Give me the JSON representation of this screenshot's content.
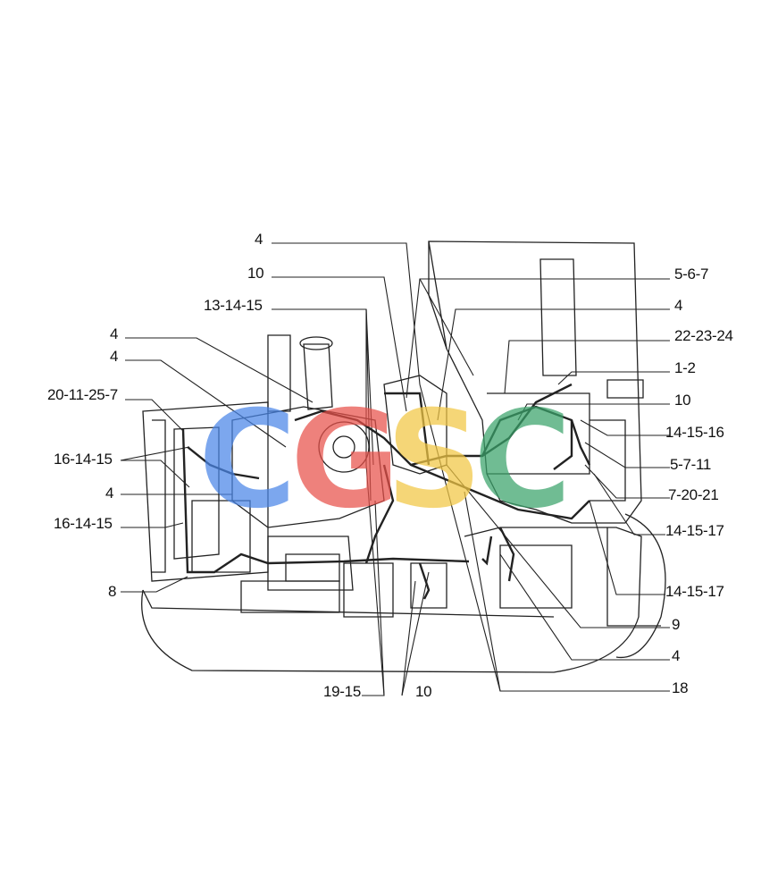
{
  "callouts": {
    "left": [
      {
        "id": "4-top",
        "text": "4"
      },
      {
        "id": "10-top",
        "text": "10"
      },
      {
        "id": "13-14-15",
        "text": "13-14-15"
      },
      {
        "id": "4-a",
        "text": "4"
      },
      {
        "id": "4-b",
        "text": "4"
      },
      {
        "id": "20-11-25-7",
        "text": "20-11-25-7"
      },
      {
        "id": "16-14-15-a",
        "text": "16-14-15"
      },
      {
        "id": "4-c",
        "text": "4"
      },
      {
        "id": "16-14-15-b",
        "text": "16-14-15"
      },
      {
        "id": "8",
        "text": "8"
      }
    ],
    "right": [
      {
        "id": "5-6-7",
        "text": "5-6-7"
      },
      {
        "id": "4-r1",
        "text": "4"
      },
      {
        "id": "22-23-24",
        "text": "22-23-24"
      },
      {
        "id": "1-2",
        "text": "1-2"
      },
      {
        "id": "10-r",
        "text": "10"
      },
      {
        "id": "14-15-16",
        "text": "14-15-16"
      },
      {
        "id": "5-7-11",
        "text": "5-7-11"
      },
      {
        "id": "7-20-21",
        "text": "7-20-21"
      },
      {
        "id": "14-15-17-a",
        "text": "14-15-17"
      },
      {
        "id": "14-15-17-b",
        "text": "14-15-17"
      },
      {
        "id": "9",
        "text": "9"
      },
      {
        "id": "4-r2",
        "text": "4"
      },
      {
        "id": "18",
        "text": "18"
      }
    ],
    "bottom": [
      {
        "id": "19-15",
        "text": "19-15"
      },
      {
        "id": "10-bottom",
        "text": "10"
      }
    ]
  },
  "watermark": {
    "letters": [
      {
        "char": "C",
        "color": "#4a86e8"
      },
      {
        "char": "G",
        "color": "#e8514a"
      },
      {
        "char": "S",
        "color": "#f2c744"
      },
      {
        "char": "C",
        "color": "#3aa36a"
      }
    ]
  },
  "colors": {
    "line": "#222222",
    "background": "#ffffff"
  }
}
